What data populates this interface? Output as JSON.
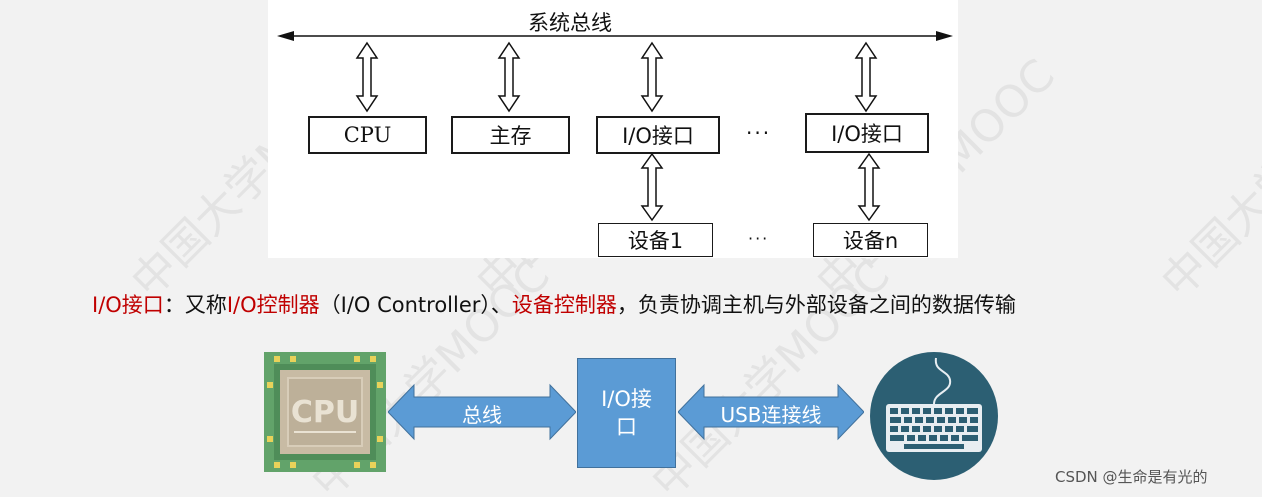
{
  "diagram": {
    "bus_label": "系统总线",
    "cpu_label": "CPU",
    "memory_label": "主存",
    "io_interface_label": "I/O接口",
    "ellipsis": "···",
    "device_1_label": "设备1",
    "device_n_label": "设备n"
  },
  "caption": {
    "term": "I/O接口",
    "text_1": "：又称",
    "term_2": "I/O控制器",
    "text_2": "（I/O Controller）、",
    "term_3": "设备控制器",
    "text_3": "，负责协调主机与外部设备之间的数据传输"
  },
  "illustration": {
    "cpu_chip_label": "CPU",
    "bus_arrow_label": "总线",
    "io_block_line1": "I/O接",
    "io_block_line2": "口",
    "usb_arrow_label": "USB连接线"
  },
  "watermark": {
    "text": "中国大学MOOC"
  },
  "credit": "CSDN @生命是有光的",
  "colors": {
    "red_text": "#c00000",
    "blue_fill": "#5b9bd5",
    "chip_green": "#62a36a",
    "chip_core": "#c8bba4",
    "keyboard_circle": "#2c5f73"
  }
}
